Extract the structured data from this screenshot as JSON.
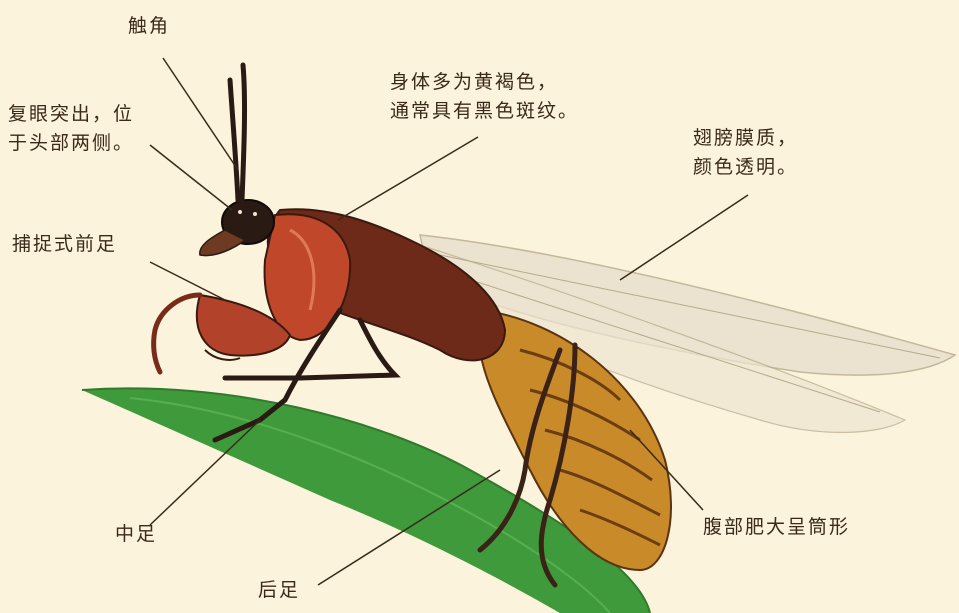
{
  "labels": {
    "antenna": "触角",
    "compound_eye": [
      "复眼突出，位",
      "于头部两侧。"
    ],
    "body_color": [
      "身体多为黄褐色，",
      "通常具有黑色斑纹。"
    ],
    "wings": [
      "翅膀膜质，",
      "颜色透明。"
    ],
    "forelegs": "捕捉式前足",
    "abdomen": "腹部肥大呈筒形",
    "middle_leg": "中足",
    "hind_leg": "后足"
  },
  "colors": {
    "background": "#fbf3dc",
    "leaf": "#3f9a3c",
    "thorax": "#8a3220",
    "abdomen": "#c98a2a",
    "wing": "#e8e0cc",
    "text": "#3a2a1a"
  }
}
